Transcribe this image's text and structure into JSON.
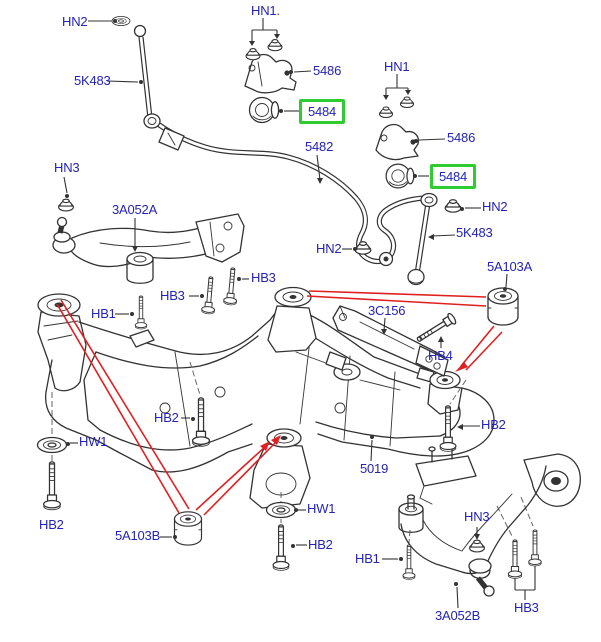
{
  "diagram": {
    "type": "exploded-parts-diagram",
    "description": "Front subframe, stabilizer bar and lower control arm parts diagram",
    "background": "#ffffff",
    "label_color": "#2323bb",
    "line_color": "#333333",
    "callout_line_color": "#e02020",
    "highlight_box_color": "#2ecc2e",
    "highlighted_part_number": "5484"
  },
  "labels": [
    {
      "id": "hn2-1",
      "text": "HN2",
      "highlighted": false
    },
    {
      "id": "5k483-1",
      "text": "5K483",
      "highlighted": false
    },
    {
      "id": "hn3-1",
      "text": "HN3",
      "highlighted": false
    },
    {
      "id": "3a052a",
      "text": "3A052A",
      "highlighted": false
    },
    {
      "id": "hn1-1",
      "text": "HN1.",
      "highlighted": false
    },
    {
      "id": "5486-1",
      "text": "5486",
      "highlighted": false
    },
    {
      "id": "5484-1",
      "text": "5484",
      "highlighted": true
    },
    {
      "id": "5482",
      "text": "5482",
      "highlighted": false
    },
    {
      "id": "hn1-2",
      "text": "HN1",
      "highlighted": false
    },
    {
      "id": "5486-2",
      "text": "5486",
      "highlighted": false
    },
    {
      "id": "5484-2",
      "text": "5484",
      "highlighted": true
    },
    {
      "id": "hn2-2",
      "text": "HN2",
      "highlighted": false
    },
    {
      "id": "5k483-2",
      "text": "5K483",
      "highlighted": false
    },
    {
      "id": "hn2-3",
      "text": "HN2",
      "highlighted": false
    },
    {
      "id": "5a103a",
      "text": "5A103A",
      "highlighted": false
    },
    {
      "id": "hb3-left",
      "text": "HB3",
      "highlighted": false
    },
    {
      "id": "hb3-right",
      "text": "HB3",
      "highlighted": false
    },
    {
      "id": "hb1-1",
      "text": "HB1",
      "highlighted": false
    },
    {
      "id": "3c156",
      "text": "3C156",
      "highlighted": false
    },
    {
      "id": "hb4",
      "text": "HB4",
      "highlighted": false
    },
    {
      "id": "hb2-right",
      "text": "HB2",
      "highlighted": false
    },
    {
      "id": "hb2-center",
      "text": "HB2",
      "highlighted": false
    },
    {
      "id": "5019",
      "text": "5019",
      "highlighted": false
    },
    {
      "id": "hw1-1",
      "text": "HW1",
      "highlighted": false
    },
    {
      "id": "hb2-left",
      "text": "HB2",
      "highlighted": false
    },
    {
      "id": "5a103b",
      "text": "5A103B",
      "highlighted": false
    },
    {
      "id": "hw1-2",
      "text": "HW1",
      "highlighted": false
    },
    {
      "id": "hb2-bottom",
      "text": "HB2",
      "highlighted": false
    },
    {
      "id": "hb1-2",
      "text": "HB1",
      "highlighted": false
    },
    {
      "id": "hn3-2",
      "text": "HN3",
      "highlighted": false
    },
    {
      "id": "3a052b",
      "text": "3A052B",
      "highlighted": false
    },
    {
      "id": "hb3-bottom",
      "text": "HB3",
      "highlighted": false
    }
  ]
}
